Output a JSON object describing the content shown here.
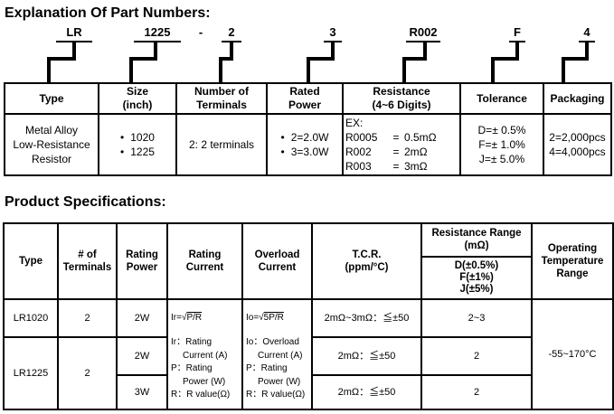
{
  "page": {
    "section1_title": "Explanation Of Part Numbers:",
    "section2_title": "Product Specifications:"
  },
  "part_number": {
    "segments": [
      {
        "code": "LR"
      },
      {
        "code": "1225"
      },
      {
        "code": "-"
      },
      {
        "code": "2"
      },
      {
        "code": "3"
      },
      {
        "code": "R002"
      },
      {
        "code": "F"
      },
      {
        "code": "4"
      }
    ]
  },
  "explanation_table": {
    "headers": {
      "type": "Type",
      "size_line1": "Size",
      "size_line2": "(inch)",
      "terminals_line1": "Number of",
      "terminals_line2": "Terminals",
      "power_line1": "Rated",
      "power_line2": "Power",
      "resistance_line1": "Resistance",
      "resistance_line2": "(4~6 Digits)",
      "tolerance": "Tolerance",
      "packaging": "Packaging"
    },
    "body": {
      "type_lines": [
        "Metal Alloy",
        "Low-Resistance",
        "Resistor"
      ],
      "size_options": [
        "1020",
        "1225"
      ],
      "terminals_value": "2: 2 terminals",
      "power_options": [
        "2=2.0W",
        "3=3.0W"
      ],
      "resistance_example_label": "EX:",
      "resistance_examples": [
        {
          "code": "R0005",
          "eq": "=",
          "value": "0.5mΩ"
        },
        {
          "code": "R002",
          "eq": "=",
          "value": "2mΩ"
        },
        {
          "code": "R003",
          "eq": "=",
          "value": "3mΩ"
        }
      ],
      "tolerance_options": [
        "D=± 0.5%",
        "F=± 1.0%",
        "J=± 5.0%"
      ],
      "packaging_options": [
        "2=2,000pcs",
        "4=4,000pcs"
      ]
    }
  },
  "spec_table": {
    "headers": {
      "type": "Type",
      "terminals_line1": "# of",
      "terminals_line2": "Terminals",
      "rating_power_line1": "Rating",
      "rating_power_line2": "Power",
      "rating_current_line1": "Rating",
      "rating_current_line2": "Current",
      "overload_current_line1": "Overload",
      "overload_current_line2": "Current",
      "tcr_line1": "T.C.R.",
      "tcr_line2": "(ppm/°C)",
      "resistance_range_line1": "Resistance Range",
      "resistance_range_line2": "(mΩ)",
      "resistance_range_tols": [
        "D(±0.5%)",
        "F(±1%)",
        "J(±5%)"
      ],
      "op_temp_lines": [
        "Operating",
        "Temperature",
        "Range"
      ]
    },
    "rating_current_cell": {
      "formula_prefix": "Ir=√",
      "formula_radicand": "P/R",
      "legend": [
        "Ir：Rating",
        "Current (A)",
        "P：Rating",
        "Power (W)",
        "R：R value(Ω)"
      ]
    },
    "overload_current_cell": {
      "formula_prefix": "Io=√",
      "formula_radicand": "5P/R",
      "legend": [
        "Io：Overload",
        "Current (A)",
        "P：Rating",
        "Power (W)",
        "R：R value(Ω)"
      ]
    },
    "rows": [
      {
        "type": "LR1020",
        "terminals": "2",
        "power": "2W",
        "tcr": "2mΩ~3mΩ：≦±50",
        "range": "2~3"
      },
      {
        "type": "LR1225",
        "terminals": "2",
        "power": "2W",
        "tcr": "2mΩ：≦±50",
        "range": "2"
      },
      {
        "power": "3W",
        "tcr": "2mΩ：≦±50",
        "range": "2"
      }
    ],
    "operating_temp": "-55~170°C"
  }
}
